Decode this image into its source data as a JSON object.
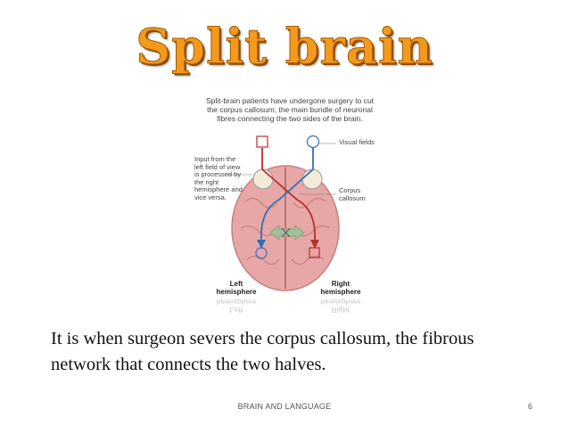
{
  "slide": {
    "title": "Split brain",
    "diagram": {
      "caption": "Split-brain patients have undergone surgery to cut the corpus callosum, the main bundle of neuronal fibres connecting the two sides of the brain.",
      "visual_fields_label": "Visual fields",
      "input_note": "Input from the left field of view is processed by the right hemisphere and vice versa.",
      "corpus_callosum_label": "Corpus callosum",
      "left_hemisphere_label": "Left hemisphere",
      "right_hemisphere_label": "Right hemisphere",
      "colors": {
        "left_path": "#2f6fb6",
        "right_path": "#b8302a",
        "brain": "#e7a7a7",
        "arrow": "#9fc09a"
      }
    },
    "body": "It is when surgeon severs the corpus callosum, the fibrous network that connects the two halves.",
    "footer": "BRAIN AND LANGUAGE",
    "page_number": "6"
  }
}
